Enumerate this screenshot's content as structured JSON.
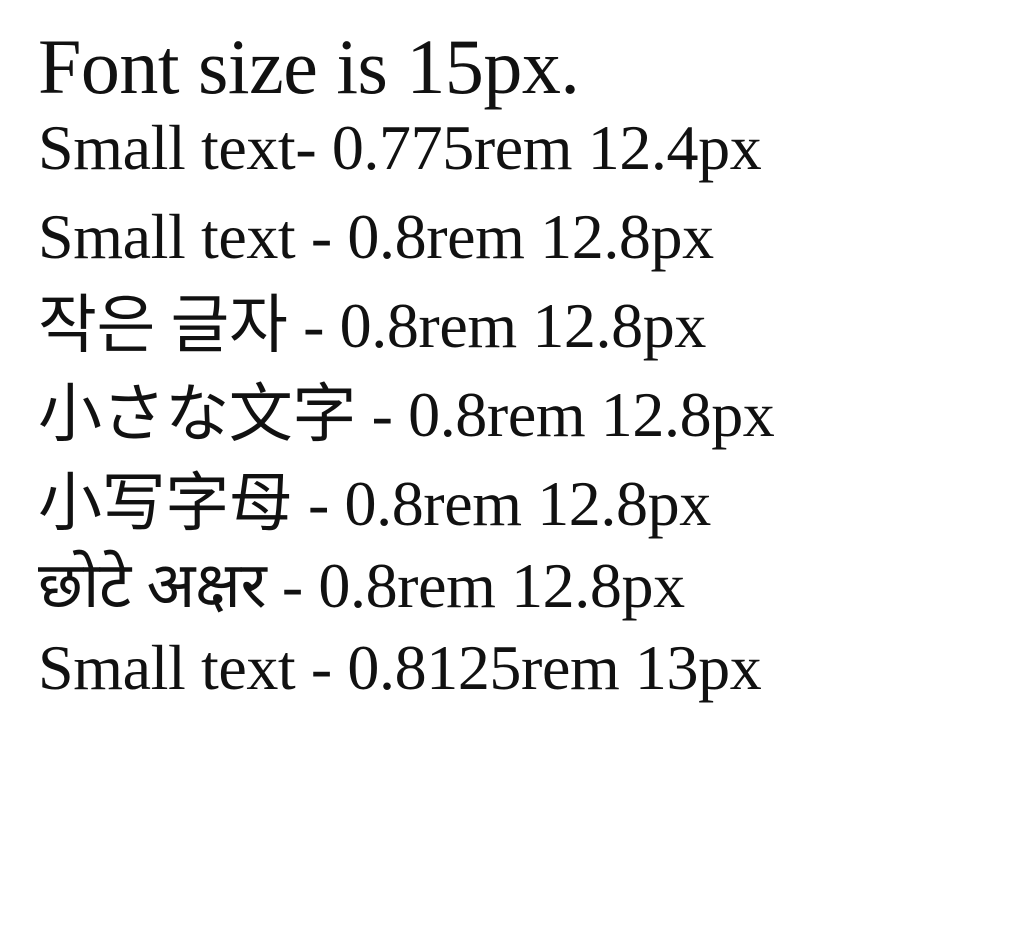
{
  "lines": [
    "Font size is 15px.",
    "Small text- 0.775rem 12.4px",
    "Small text - 0.8rem 12.8px",
    "작은 글자 - 0.8rem 12.8px",
    "小さな文字 - 0.8rem 12.8px",
    "小写字母 - 0.8rem 12.8px",
    "छोटे अक्षर - 0.8rem 12.8px",
    "Small text - 0.8125rem 13px"
  ]
}
